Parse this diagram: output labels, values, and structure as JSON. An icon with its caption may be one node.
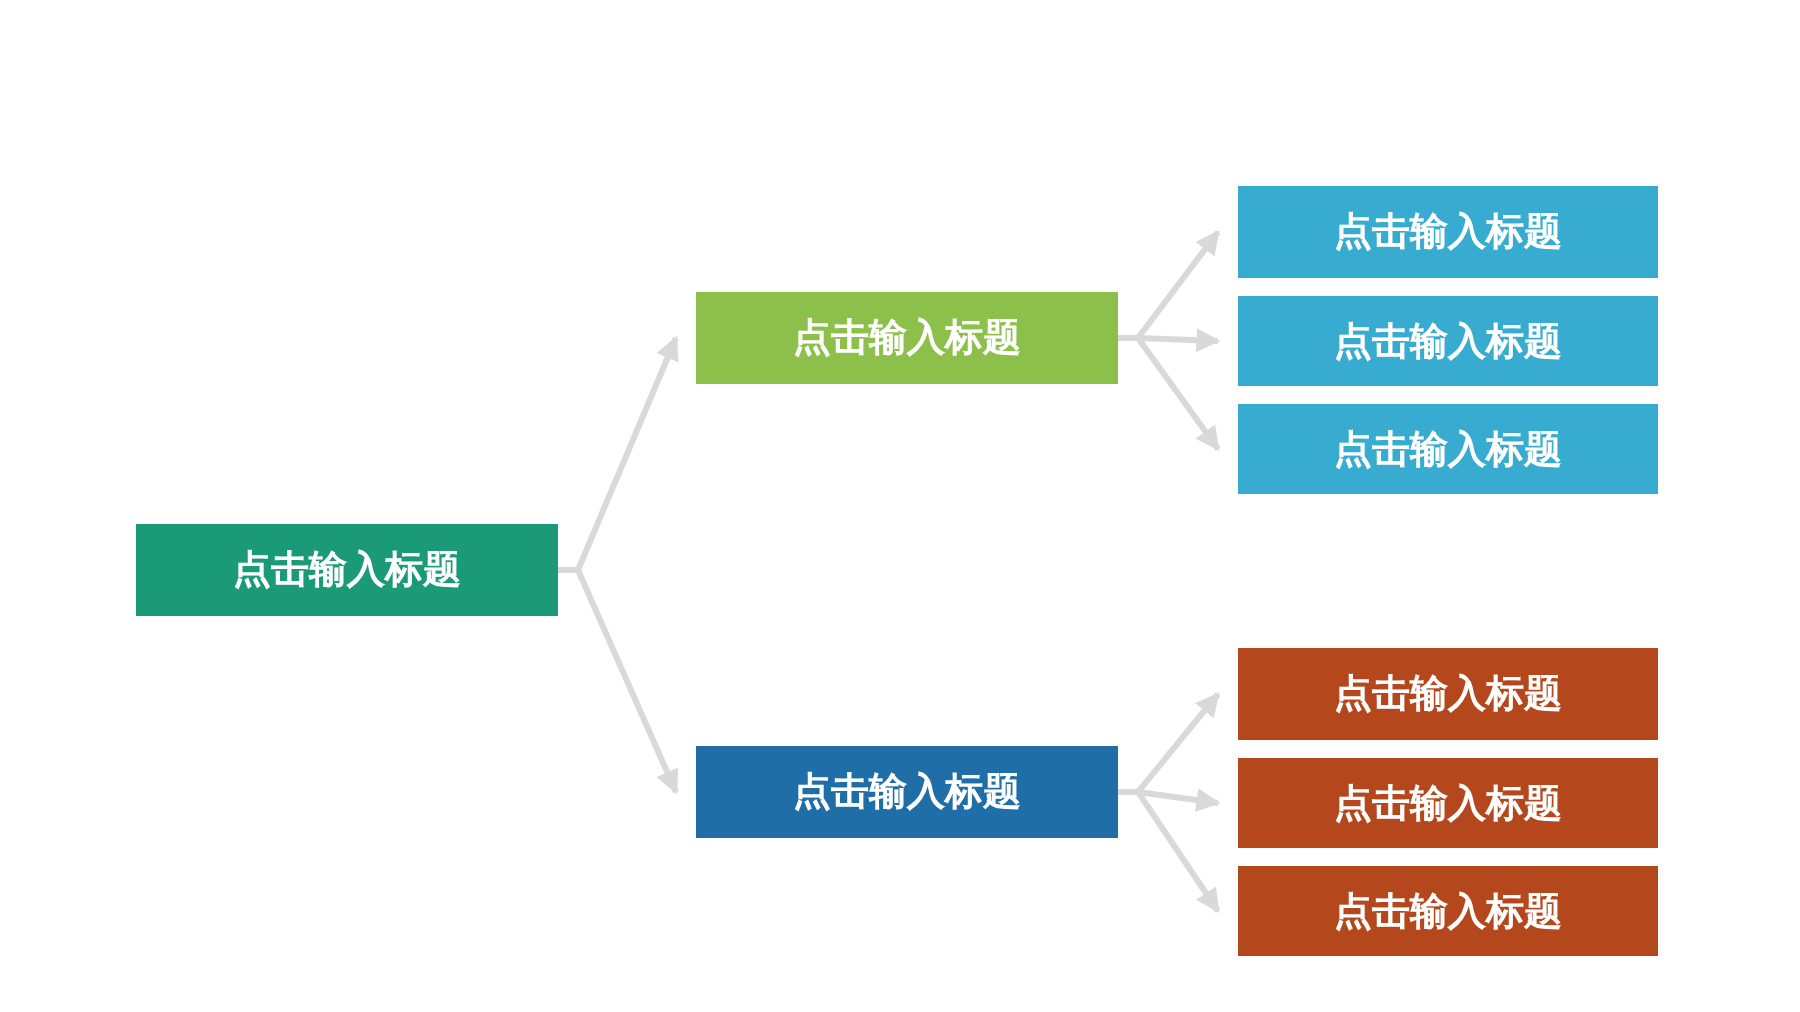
{
  "diagram": {
    "nodes": [
      {
        "text": [
          "点击输入标题"
        ]
      },
      {
        "text": [
          "点击输入标题"
        ]
      },
      {
        "text": [
          "点击输入标题"
        ]
      },
      {
        "text": [
          "点击输入标题"
        ]
      },
      {
        "text": [
          "点击输入标题"
        ]
      },
      {
        "text": [
          "点击输入标题"
        ]
      },
      {
        "text": [
          "点击输入标题"
        ]
      },
      {
        "text": [
          "点击输入标题"
        ]
      },
      {
        "text": [
          "点击输入标题"
        ]
      }
    ],
    "edges": [
      {
        "from": 0,
        "to": 1,
        "arrow": "to"
      },
      {
        "from": 0,
        "to": 2,
        "arrow": "to"
      },
      {
        "from": 1,
        "to": 3,
        "arrow": "to"
      },
      {
        "from": 1,
        "to": 4,
        "arrow": "to"
      },
      {
        "from": 1,
        "to": 5,
        "arrow": "to"
      },
      {
        "from": 2,
        "to": 6,
        "arrow": "to"
      },
      {
        "from": 2,
        "to": 7,
        "arrow": "to"
      },
      {
        "from": 2,
        "to": 8,
        "arrow": "to"
      }
    ]
  }
}
